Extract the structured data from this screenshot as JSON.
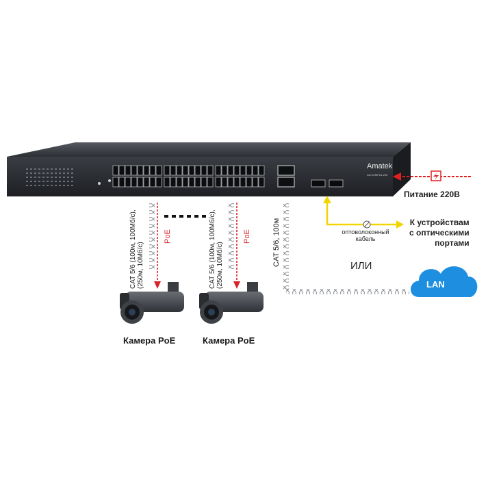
{
  "switch": {
    "brand": "Amatek",
    "model": "AN-S2MP24-230"
  },
  "power": {
    "label": "Питание 220В"
  },
  "fiber": {
    "cable_line1": "оптоволоконный",
    "cable_line2": "кабель",
    "dest_line1": "К устройствам",
    "dest_line2": "с оптическими",
    "dest_line3": "портами"
  },
  "cables": {
    "cam1_line1": "CAT 5/6 (100м, 100Мб/с),",
    "cam1_line2": "(250м, 10Мб/с)",
    "cam2_line1": "CAT 5/6 (100м, 100Мб/с),",
    "cam2_line2": "(250м, 10Мб/с)",
    "uplink": "CAT 5/6, 100м",
    "poe1": "PoE",
    "poe2": "PoE"
  },
  "or_label": "ИЛИ",
  "lan_label": "LAN",
  "cameras": [
    {
      "label": "Камера PoE"
    },
    {
      "label": "Камера PoE"
    }
  ],
  "colors": {
    "switch_body": "#2b2e33",
    "poe_red": "#d9232a",
    "fiber_yellow": "#f2d500",
    "power_red": "#e02020",
    "lan_blue": "#1e8fe0",
    "cable_gray": "#9a9ea3"
  },
  "icons": {
    "power": "lightning-icon",
    "fiber_tie": "cable-tie-icon",
    "cloud": "cloud-icon",
    "camera": "bullet-camera-icon"
  }
}
